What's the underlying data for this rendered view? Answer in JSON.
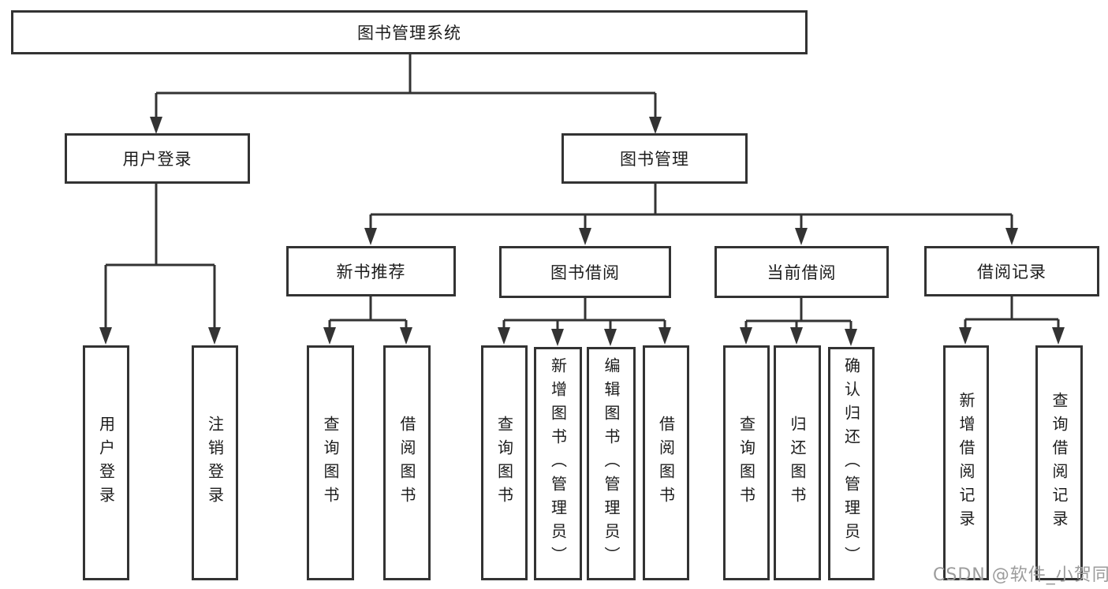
{
  "diagram": {
    "type": "tree",
    "root": {
      "label": "图书管理系统"
    },
    "level2": [
      {
        "id": "user-login",
        "label": "用户登录"
      },
      {
        "id": "book-management",
        "label": "图书管理"
      }
    ],
    "level3": [
      {
        "id": "new-book-recommend",
        "label": "新书推荐",
        "parent": "book-management"
      },
      {
        "id": "book-borrow",
        "label": "图书借阅",
        "parent": "book-management"
      },
      {
        "id": "current-borrow",
        "label": "当前借阅",
        "parent": "book-management"
      },
      {
        "id": "borrow-records",
        "label": "借阅记录",
        "parent": "book-management"
      }
    ],
    "leaves": {
      "ul_user_login": "用户登录",
      "ul_logout": "注销登录",
      "nbr_query": "查询图书",
      "nbr_borrow": "借阅图书",
      "bb_query": "查询图书",
      "bb_add": "新增图书（管理员）",
      "bb_edit": "编辑图书（管理员）",
      "bb_borrow": "借阅图书",
      "cb_query": "查询图书",
      "cb_return": "归还图书",
      "cb_confirm": "确认归还（管理员）",
      "br_add": "新增借阅记录",
      "br_query": "查询借阅记录"
    }
  },
  "watermark": "CSDN @软件_小贺同学",
  "colors": {
    "line": "#333333",
    "box_border": "#333333",
    "text": "#1c1c1c",
    "watermark": "#9c9c9c",
    "background": "#ffffff"
  }
}
